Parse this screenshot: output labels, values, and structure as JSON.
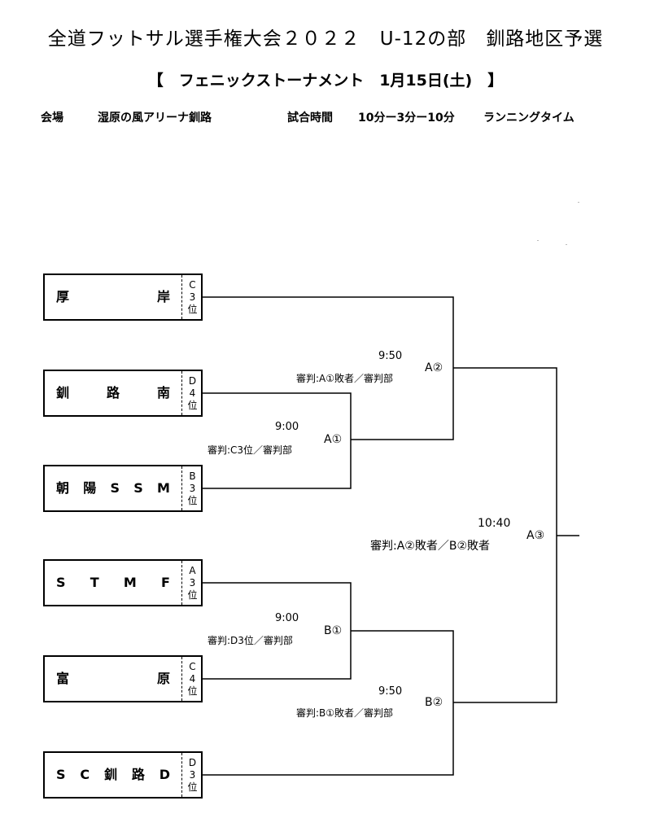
{
  "header": {
    "title": "全道フットサル選手権大会２０２２　U-12の部　釧路地区予選",
    "subtitle": "【　フェニックストーナメント　1月15日(土)　】",
    "venue_label": "会場",
    "venue": "湿原の風アリーナ釧路",
    "time_label": "試合時間",
    "time_format": "10分ー3分ー10分",
    "time_type": "ランニングタイム"
  },
  "teams": [
    {
      "name_parts": [
        "厚",
        "岸"
      ],
      "seed": [
        "C",
        "3",
        "位"
      ]
    },
    {
      "name_parts": [
        "釧",
        "路",
        "南"
      ],
      "seed": [
        "D",
        "4",
        "位"
      ]
    },
    {
      "name_parts": [
        "朝",
        "陽",
        "S",
        "S",
        "M"
      ],
      "seed": [
        "B",
        "3",
        "位"
      ]
    },
    {
      "name_parts": [
        "S",
        "T",
        "M",
        "F"
      ],
      "seed": [
        "A",
        "3",
        "位"
      ]
    },
    {
      "name_parts": [
        "富",
        "原"
      ],
      "seed": [
        "C",
        "4",
        "位"
      ]
    },
    {
      "name_parts": [
        "S",
        "C",
        "釧",
        "路",
        "D"
      ],
      "seed": [
        "D",
        "3",
        "位"
      ]
    }
  ],
  "matches": {
    "a1": {
      "label": "A①",
      "time": "9:00",
      "referee": "審判:C3位／審判部"
    },
    "a2": {
      "label": "A②",
      "time": "9:50",
      "referee": "審判:A①敗者／審判部"
    },
    "b1": {
      "label": "B①",
      "time": "9:00",
      "referee": "審判:D3位／審判部"
    },
    "b2": {
      "label": "B②",
      "time": "9:50",
      "referee": "審判:B①敗者／審判部"
    },
    "a3": {
      "label": "A③",
      "time": "10:40",
      "referee": "審判:A②敗者／B②敗者"
    }
  }
}
